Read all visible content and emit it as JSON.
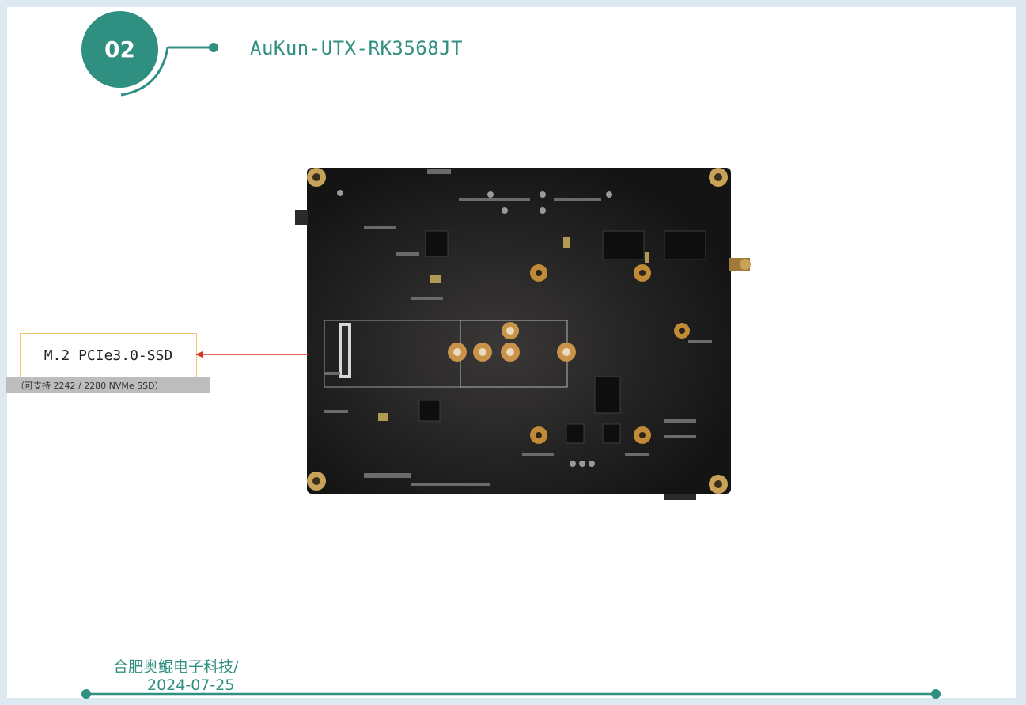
{
  "header": {
    "section_number": "02",
    "title": "AuKun-UTX-RK3568JT"
  },
  "callout": {
    "label": "M.2 PCIe3.0-SSD",
    "note": "（可支持 2242 / 2280 NVMe SSD）"
  },
  "board_image": {
    "icon": "pcb-board-photo"
  },
  "footer": {
    "company": "合肥奥鲲电子科技/",
    "date": "2024-07-25"
  },
  "colors": {
    "accent": "#2f8f80",
    "callout_border": "#f0c66a",
    "arrow": "#d9322b",
    "board": "#1d1d1d"
  }
}
